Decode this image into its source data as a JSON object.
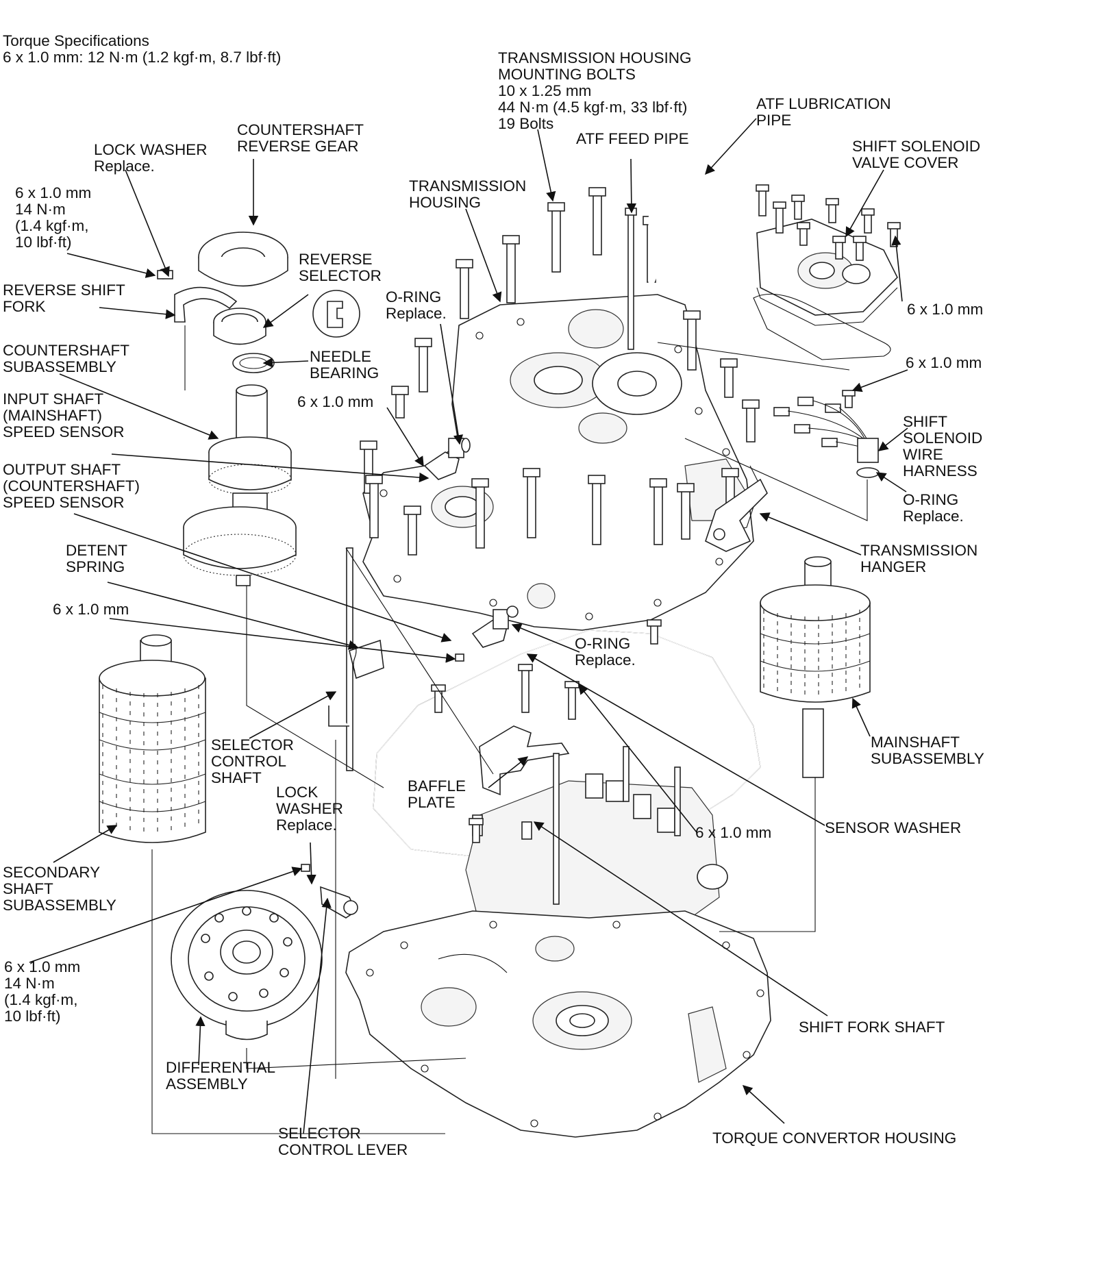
{
  "torque_spec": {
    "line1": "Torque Specifications",
    "line2": "6 x 1.0 mm: 12 N·m (1.2 kgf·m, 8.7 lbf·ft)"
  },
  "labels": {
    "transmission_housing_mounting_bolts": [
      "TRANSMISSION HOUSING",
      "MOUNTING BOLTS",
      "10 x 1.25 mm",
      "44 N·m (4.5 kgf·m, 33 lbf·ft)",
      "19 Bolts"
    ],
    "atf_lubrication_pipe": [
      "ATF LUBRICATION",
      "PIPE"
    ],
    "countershaft_reverse_gear": [
      "COUNTERSHAFT",
      "REVERSE GEAR"
    ],
    "lock_washer_top": [
      "LOCK WASHER",
      "Replace."
    ],
    "atf_feed_pipe": [
      "ATF FEED PIPE"
    ],
    "shift_solenoid_valve_cover": [
      "SHIFT SOLENOID",
      "VALVE COVER"
    ],
    "bolt_spec_top_left": [
      "6 x 1.0 mm",
      "14 N·m",
      "(1.4 kgf·m,",
      "10 lbf·ft)"
    ],
    "transmission_housing": [
      "TRANSMISSION",
      "HOUSING"
    ],
    "reverse_selector": [
      "REVERSE",
      "SELECTOR"
    ],
    "reverse_shift_fork": [
      "REVERSE SHIFT",
      "FORK"
    ],
    "o_ring_top": [
      "O-RING",
      "Replace."
    ],
    "valve_cover_bolt": [
      "6 x 1.0 mm"
    ],
    "countershaft_subassembly": [
      "COUNTERSHAFT",
      "SUBASSEMBLY"
    ],
    "needle_bearing": [
      "NEEDLE",
      "BEARING"
    ],
    "harness_bolt": [
      "6 x 1.0 mm"
    ],
    "input_shaft_sensor": [
      "INPUT SHAFT",
      "(MAINSHAFT)",
      "SPEED SENSOR"
    ],
    "sensor_bolt_top": [
      "6 x 1.0 mm"
    ],
    "shift_solenoid_wire_harness": [
      "SHIFT",
      "SOLENOID",
      "WIRE",
      "HARNESS"
    ],
    "output_shaft_sensor": [
      "OUTPUT SHAFT",
      "(COUNTERSHAFT)",
      "SPEED SENSOR"
    ],
    "o_ring_right": [
      "O-RING",
      "Replace."
    ],
    "detent_spring": [
      "DETENT",
      "SPRING"
    ],
    "transmission_hanger": [
      "TRANSMISSION",
      "HANGER"
    ],
    "detent_bolt": [
      "6 x 1.0 mm"
    ],
    "o_ring_middle": [
      "O-RING",
      "Replace."
    ],
    "mainshaft_subassembly": [
      "MAINSHAFT",
      "SUBASSEMBLY"
    ],
    "selector_control_shaft": [
      "SELECTOR",
      "CONTROL",
      "SHAFT"
    ],
    "baffle_plate": [
      "BAFFLE",
      "PLATE"
    ],
    "lock_washer_bottom": [
      "LOCK",
      "WASHER",
      "Replace."
    ],
    "baffle_bolt": [
      "6 x 1.0 mm"
    ],
    "sensor_washer": [
      "SENSOR WASHER"
    ],
    "secondary_shaft_subassembly": [
      "SECONDARY",
      "SHAFT",
      "SUBASSEMBLY"
    ],
    "bolt_spec_bottom_left": [
      "6 x 1.0 mm",
      "14 N·m",
      "(1.4 kgf·m,",
      "10 lbf·ft)"
    ],
    "shift_fork_shaft": [
      "SHIFT FORK SHAFT"
    ],
    "differential_assembly": [
      "DIFFERENTIAL",
      "ASSEMBLY"
    ],
    "selector_control_lever": [
      "SELECTOR",
      "CONTROL LEVER"
    ],
    "torque_convertor_housing": [
      "TORQUE CONVERTOR HOUSING"
    ]
  }
}
